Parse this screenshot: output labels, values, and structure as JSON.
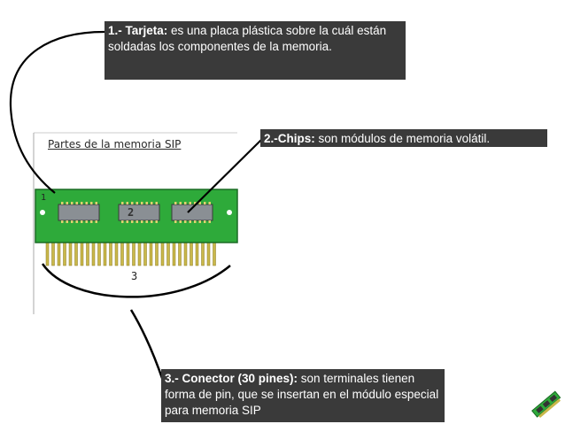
{
  "panel": {
    "title": "Partes de la memoria SIP"
  },
  "markers": {
    "card": "1",
    "chips": "2",
    "connector": "3"
  },
  "callouts": {
    "card": {
      "heading": "1.- Tarjeta:",
      "text": " es una placa plástica sobre la cuál están soldadas los componentes de la memoria."
    },
    "chips": {
      "heading": "2.-Chips:",
      "text": " son módulos de memoria volátil."
    },
    "connector": {
      "heading": "3.- Conector (30 pines):",
      "text": " son terminales tienen forma de pin, que se insertan en el módulo especial para memoria SIP"
    }
  },
  "colors": {
    "pcb": "#2eaa3a",
    "chip": "#8a8f94",
    "pin": "#c9b84a",
    "callout_bg": "#3a3a3a"
  }
}
